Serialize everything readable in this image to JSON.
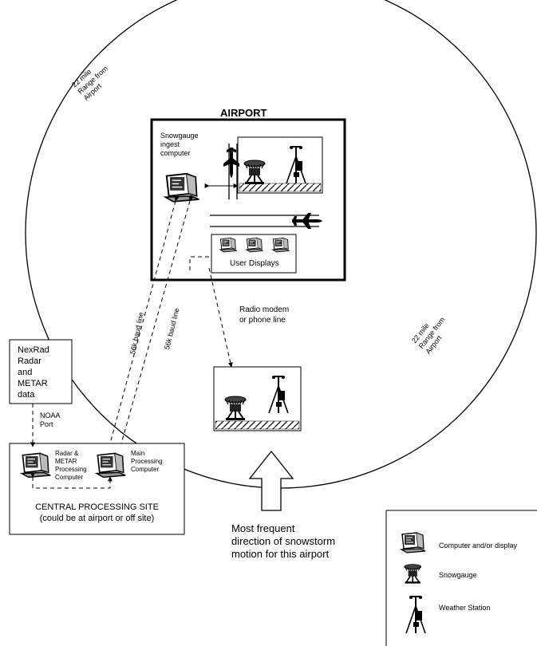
{
  "range_labels": {
    "top_left": [
      "22 mile",
      "Range from",
      "Airport"
    ],
    "right": [
      "22 mile",
      "Range from",
      "Airport"
    ]
  },
  "airport": {
    "title": "AIRPORT",
    "ingest_computer": [
      "Snowgauge",
      "ingest",
      "computer"
    ],
    "user_displays": "User Displays"
  },
  "links": {
    "baud_line_1": "56k baud line",
    "baud_line_2": "56k baud line",
    "radio_modem": [
      "Radio modem",
      "or phone line"
    ],
    "noaa_port": [
      "NOAA",
      "Port"
    ]
  },
  "nexrad_box": [
    "NexRad",
    "Radar",
    "and",
    "METAR",
    "data"
  ],
  "central_site": {
    "radar_computer": [
      "Radar &",
      "METAR",
      "Processing",
      "Computer"
    ],
    "main_computer": [
      "Main",
      "Processing",
      "Computer"
    ],
    "title": "CENTRAL PROCESSING SITE",
    "subtitle": "(could be at airport or off site)"
  },
  "storm_direction": [
    "Most frequent",
    "direction of snowstorm",
    "motion for this airport"
  ],
  "legend": {
    "items": [
      {
        "icon": "computer-icon",
        "label": "Computer and/or display"
      },
      {
        "icon": "snowgauge-icon",
        "label": "Snowgauge"
      },
      {
        "icon": "weather-station-icon",
        "label": "Weather Station"
      }
    ]
  }
}
